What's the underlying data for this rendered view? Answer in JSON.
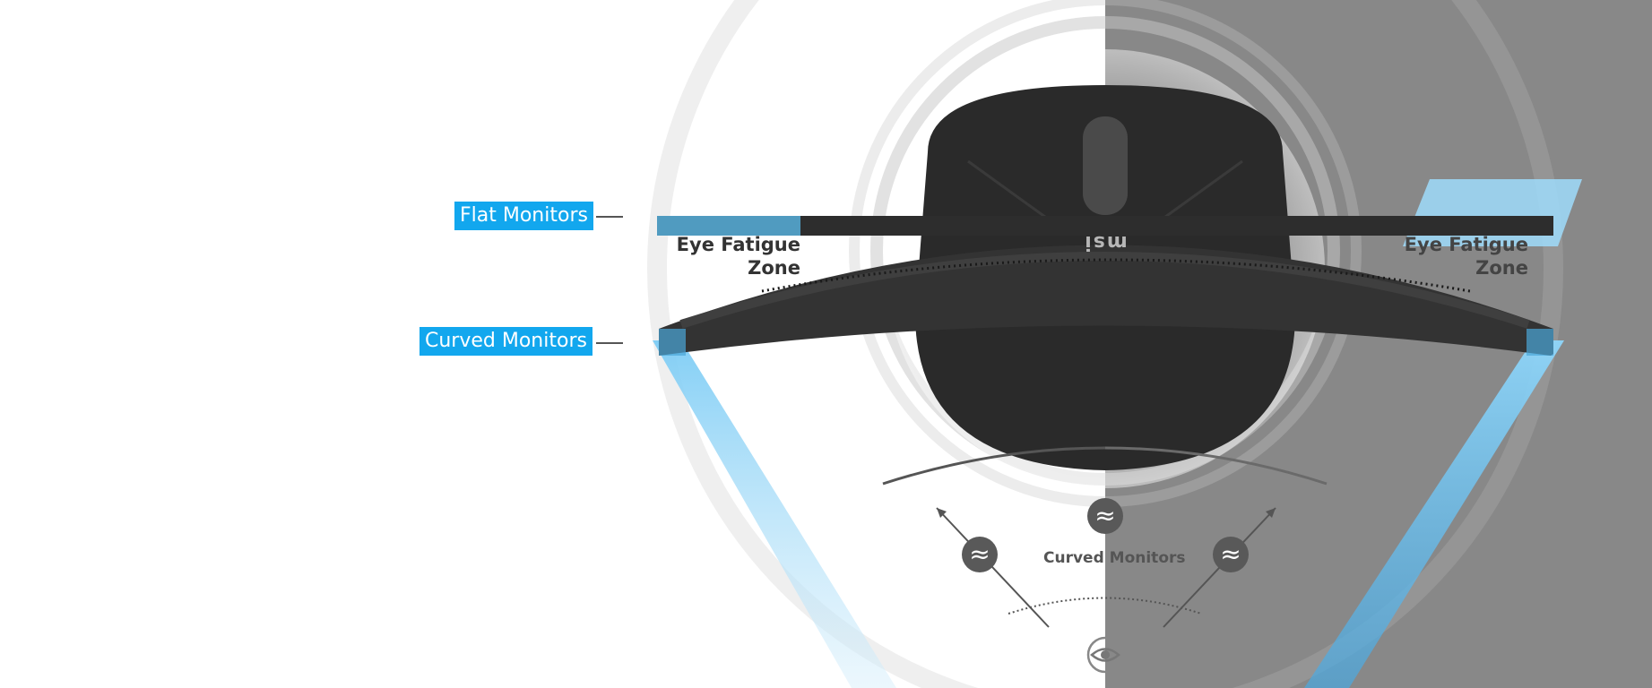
{
  "labels": {
    "flat": "Flat Monitors",
    "curved": "Curved Monitors"
  },
  "zones": {
    "left": [
      "Eye Fatigue",
      "Zone"
    ],
    "right": [
      "Eye Fatigue",
      "Zone"
    ]
  },
  "caption": "Curved Monitors",
  "brand_text": "msi",
  "icons": [
    "approx-icon",
    "approx-icon",
    "approx-icon",
    "eye-icon"
  ],
  "colors": {
    "accent": "#12a7ee",
    "gray_panel": "#888888",
    "monitor": "#2a2a2a",
    "badge": "#595959"
  }
}
